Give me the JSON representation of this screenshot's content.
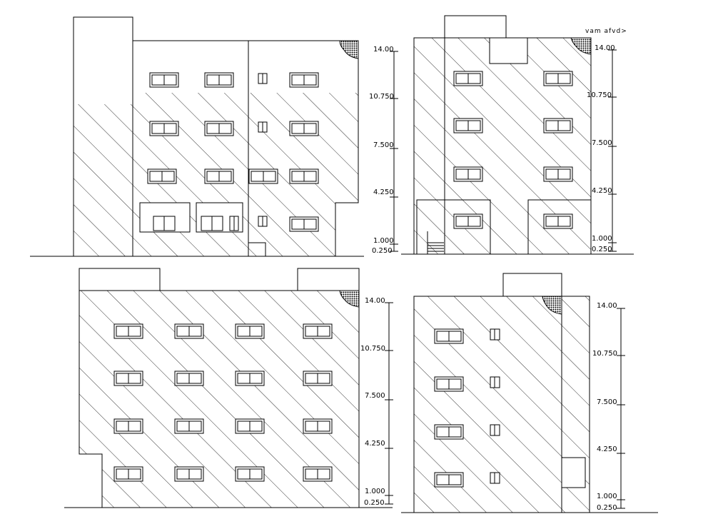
{
  "drawing": {
    "note": "vam afvd>",
    "views": [
      {
        "id": "elevation-a",
        "levels": [
          "14.00",
          "10.750",
          "7.500",
          "4.250",
          "1.000",
          "0.250"
        ]
      },
      {
        "id": "elevation-b",
        "levels": [
          "14.00",
          "10.750",
          "7.500",
          "4.250",
          "1.000",
          "0.250"
        ]
      },
      {
        "id": "elevation-c",
        "levels": [
          "14.00",
          "10.750",
          "7.500",
          "4.250",
          "1.000",
          "0.250"
        ]
      },
      {
        "id": "elevation-d",
        "levels": [
          "14.00",
          "10.750",
          "7.500",
          "4.250",
          "1.000",
          "0.250"
        ]
      }
    ]
  },
  "colors": {
    "line": "#000000",
    "background": "#ffffff"
  }
}
